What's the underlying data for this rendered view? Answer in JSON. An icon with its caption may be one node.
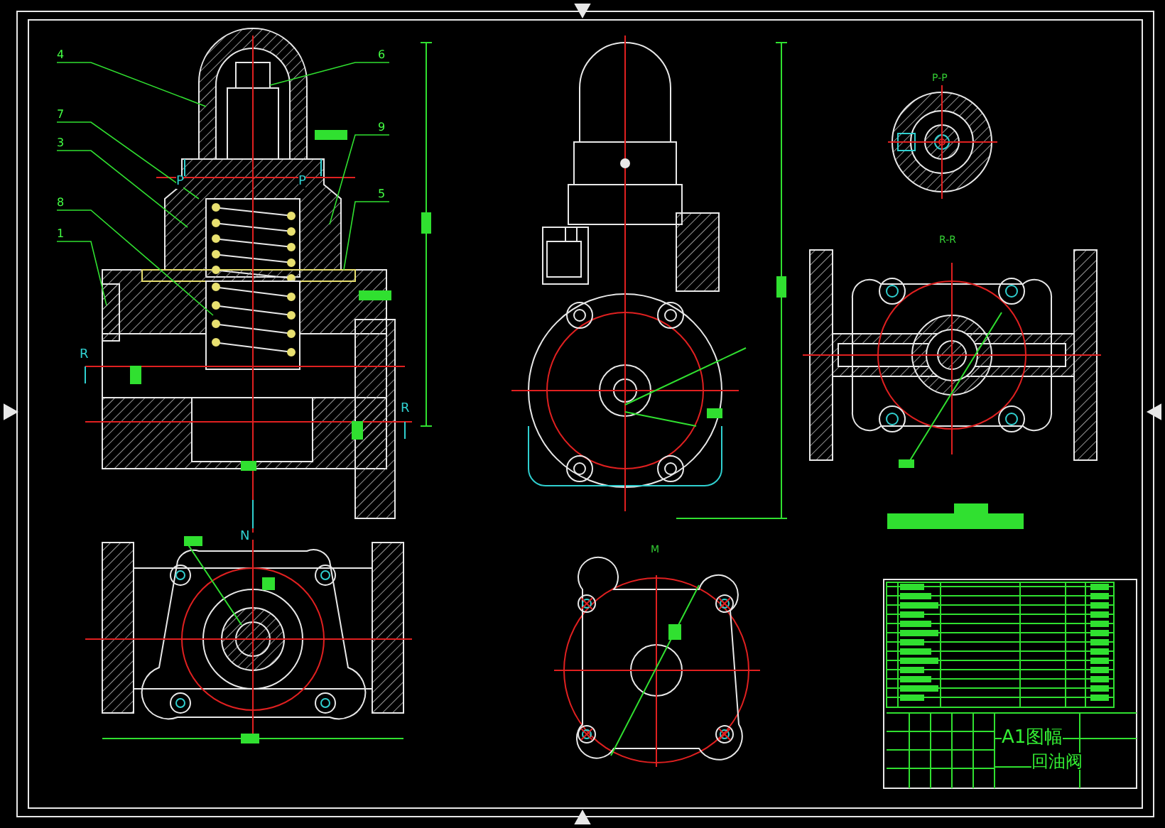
{
  "diagram": {
    "nodes": [
      {
        "text": [
          "4"
        ]
      },
      {
        "text": [
          "7"
        ]
      },
      {
        "text": [
          "3"
        ]
      },
      {
        "text": [
          "8"
        ]
      },
      {
        "text": [
          "1"
        ]
      },
      {
        "text": [
          "6"
        ]
      },
      {
        "text": [
          "9"
        ]
      },
      {
        "text": [
          "5"
        ]
      }
    ],
    "edges": [
      {
        "from": 0,
        "to": null,
        "arrow": "none"
      },
      {
        "from": 1,
        "to": null,
        "arrow": "none"
      },
      {
        "from": 2,
        "to": null,
        "arrow": "none"
      },
      {
        "from": 3,
        "to": null,
        "arrow": "none"
      },
      {
        "from": 4,
        "to": null,
        "arrow": "none"
      },
      {
        "from": 5,
        "to": null,
        "arrow": "none"
      },
      {
        "from": 6,
        "to": null,
        "arrow": "none"
      },
      {
        "from": 7,
        "to": null,
        "arrow": "none"
      }
    ],
    "labels": [
      "P-P",
      "P",
      "P",
      "R-R",
      "R",
      "R",
      "N",
      "M",
      "A1图幅",
      "回油阀"
    ]
  }
}
